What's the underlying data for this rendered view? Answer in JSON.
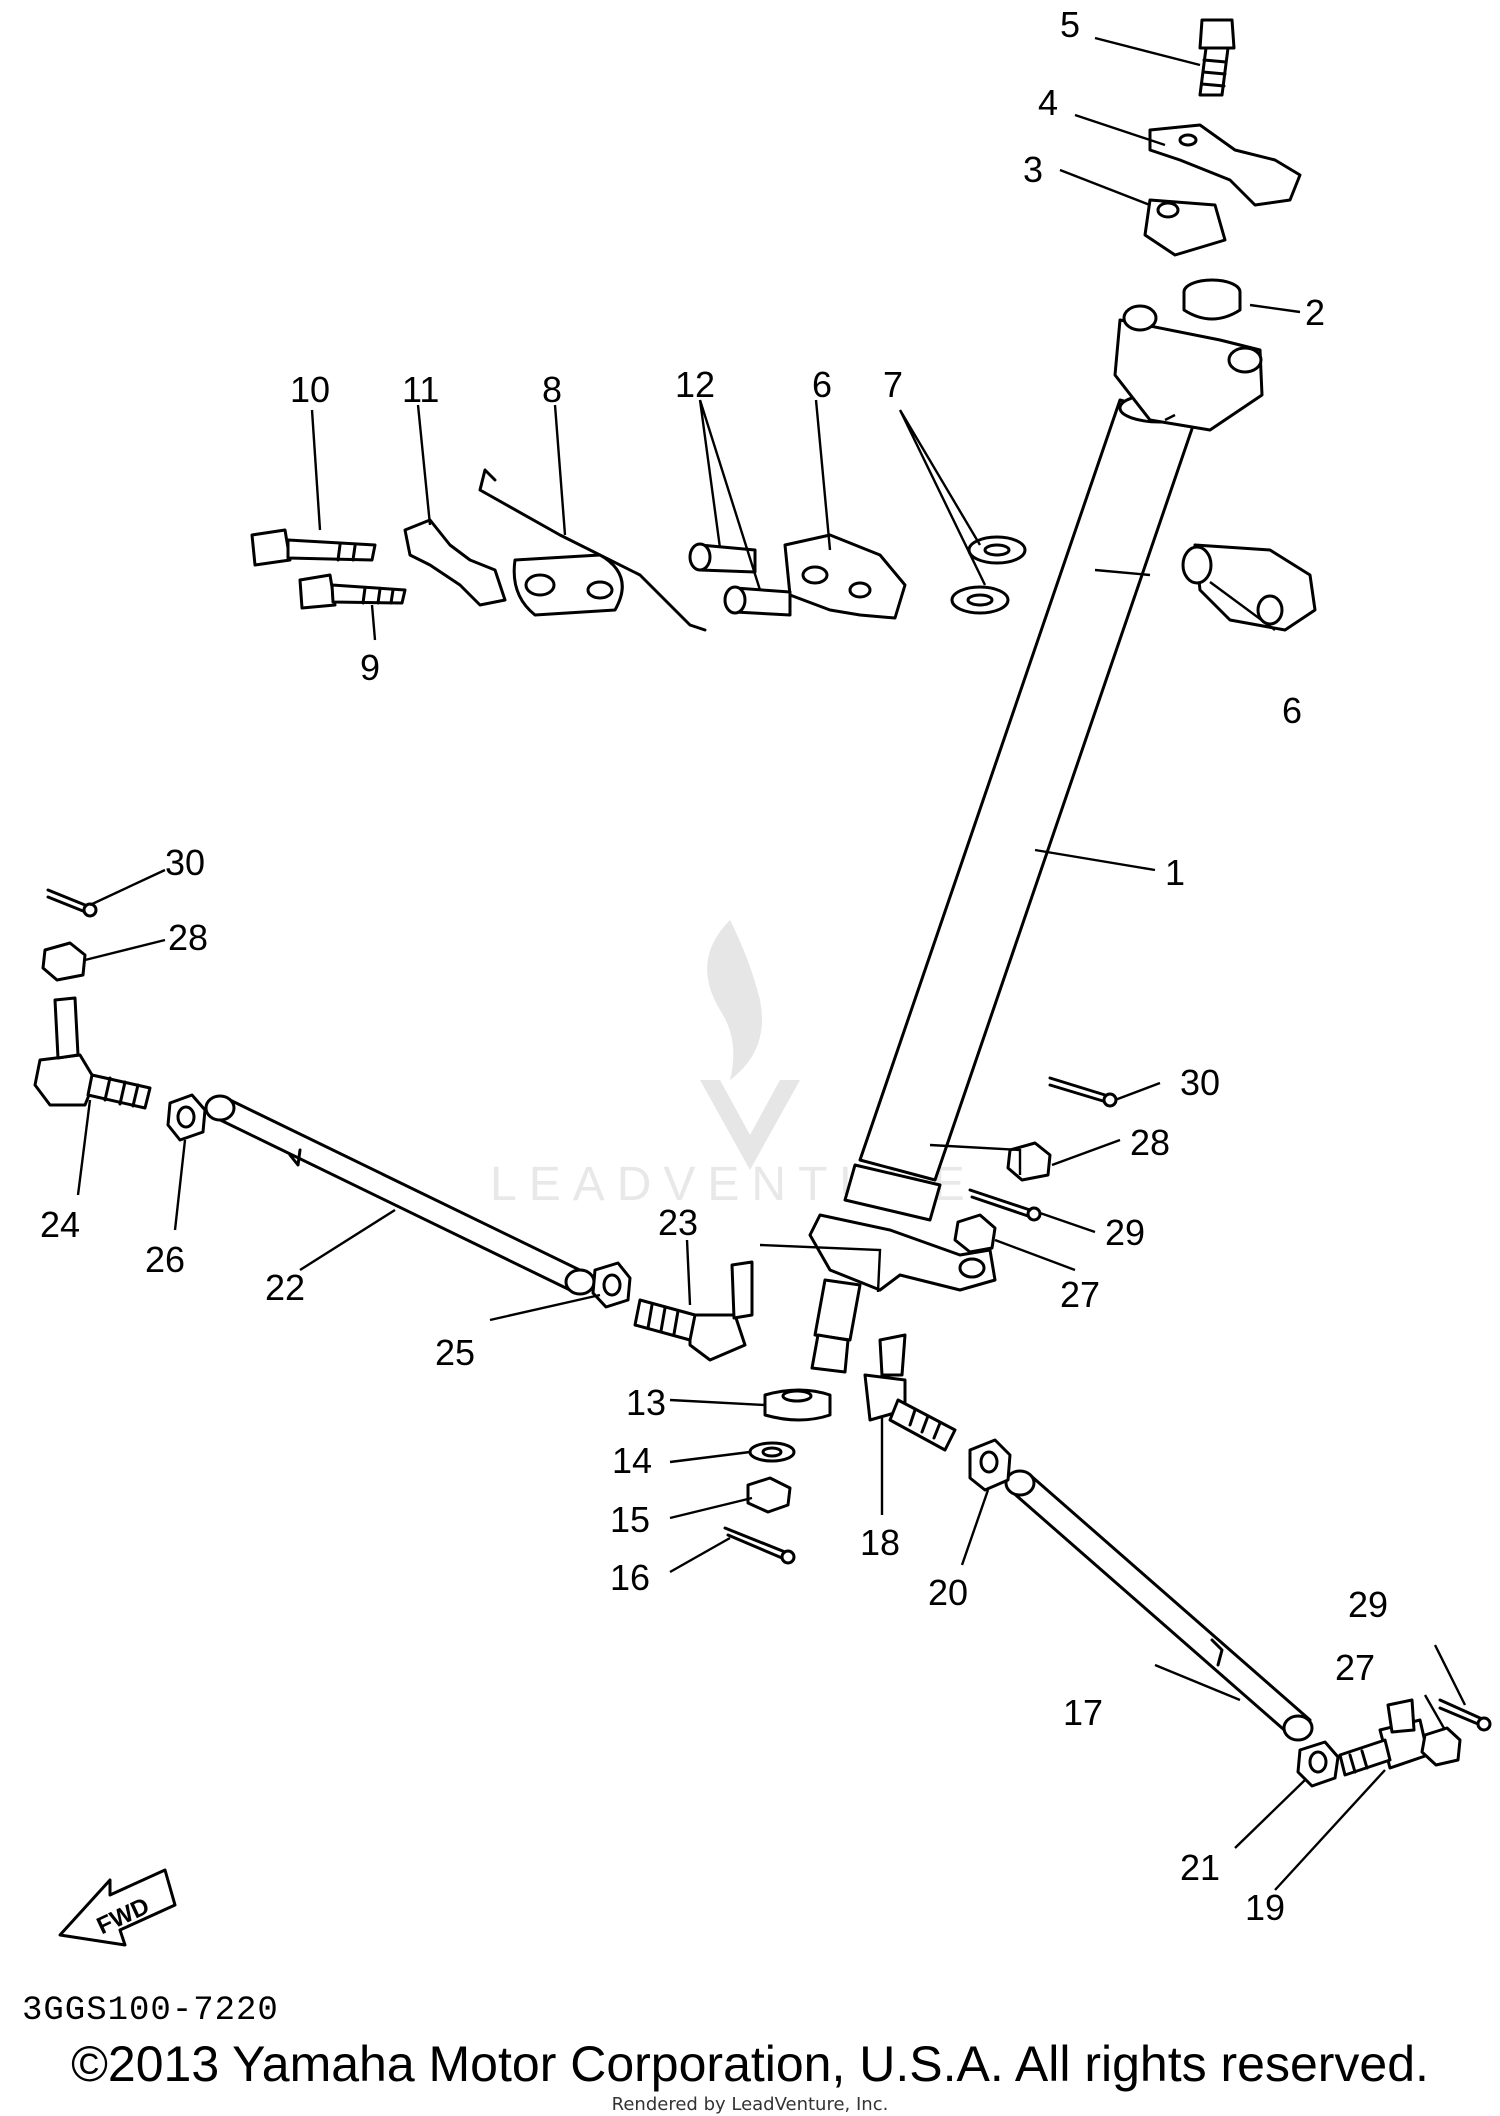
{
  "callouts": [
    "1",
    "2",
    "3",
    "4",
    "5",
    "6",
    "6",
    "7",
    "8",
    "9",
    "10",
    "11",
    "12",
    "13",
    "14",
    "15",
    "16",
    "17",
    "18",
    "19",
    "20",
    "21",
    "22",
    "23",
    "24",
    "25",
    "26",
    "27",
    "27",
    "28",
    "28",
    "29",
    "29",
    "30",
    "30"
  ],
  "fwd_label": "FWD",
  "diagram_code": "3GGS100-7220",
  "copyright": "©2013 Yamaha Motor Corporation, U.S.A. All rights reserved.",
  "watermark": "LEADVENTURE",
  "rendered_by": "Rendered by LeadVenture, Inc."
}
